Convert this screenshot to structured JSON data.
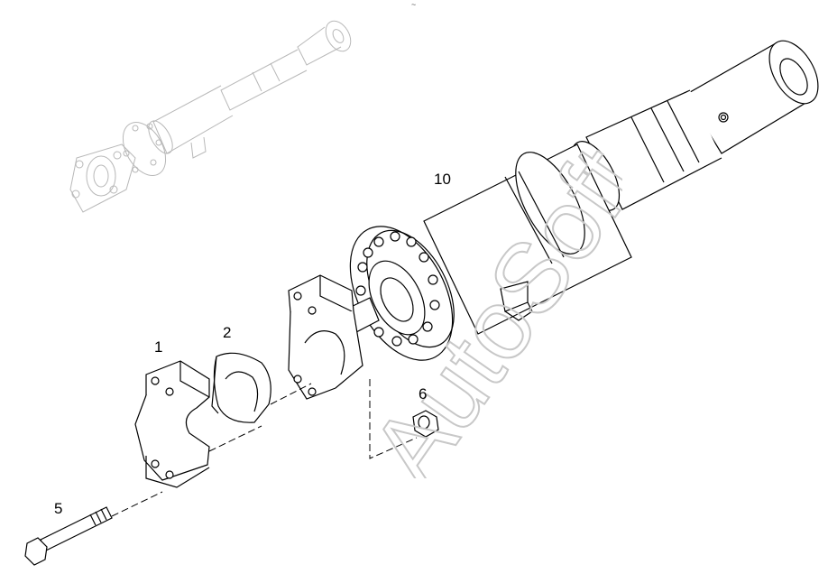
{
  "diagram": {
    "callouts": {
      "part_1": "1",
      "part_2": "2",
      "part_5": "5",
      "part_6": "6",
      "part_10": "10"
    },
    "watermark_text": "AutoSoft",
    "top_mark": "~"
  }
}
